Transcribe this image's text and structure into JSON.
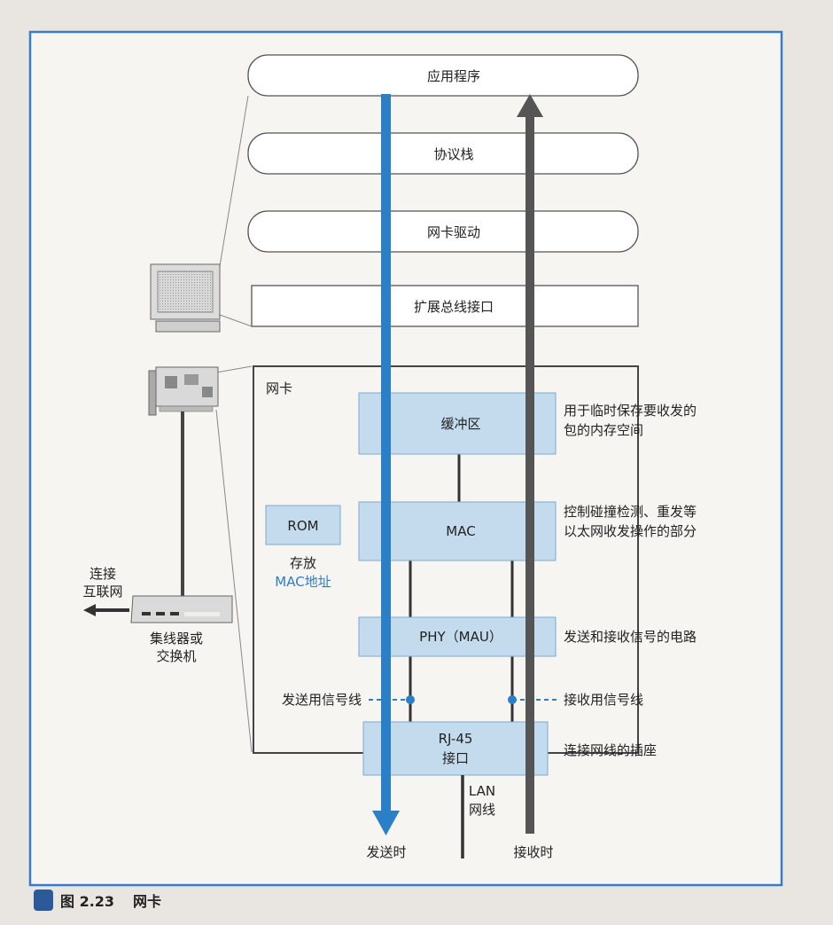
{
  "software_layers": [
    "应用程序",
    "协议栈",
    "网卡驱动"
  ],
  "bus_interface": "扩展总线接口",
  "nic_label": "网卡",
  "blocks": {
    "buffer": "缓冲区",
    "mac": "MAC",
    "phy": "PHY（MAU）",
    "rj45_line1": "RJ-45",
    "rj45_line2": "接口",
    "rom": "ROM"
  },
  "rom_note": [
    "存放",
    "MAC地址"
  ],
  "annotations": {
    "buffer": [
      "用于临时保存要收发的",
      "包的内存空间"
    ],
    "mac": [
      "控制碰撞检测、重发等",
      "以太网收发操作的部分"
    ],
    "phy": "发送和接收信号的电路",
    "rj45": "连接网线的插座",
    "tx_line": "发送用信号线",
    "rx_line": "接收用信号线"
  },
  "lan": [
    "LAN",
    "网线"
  ],
  "internet": [
    "连接",
    "互联网"
  ],
  "hub": [
    "集线器或",
    "交换机"
  ],
  "arrows": {
    "send": "发送时",
    "receive": "接收时"
  },
  "figure_caption": {
    "number": "图 2.23",
    "title": "网卡"
  },
  "colors": {
    "accent_blue": "#2b7fc6",
    "block_fill": "#c4dbee",
    "frame": "#3a7bc8",
    "receive_arrow": "#555555"
  }
}
